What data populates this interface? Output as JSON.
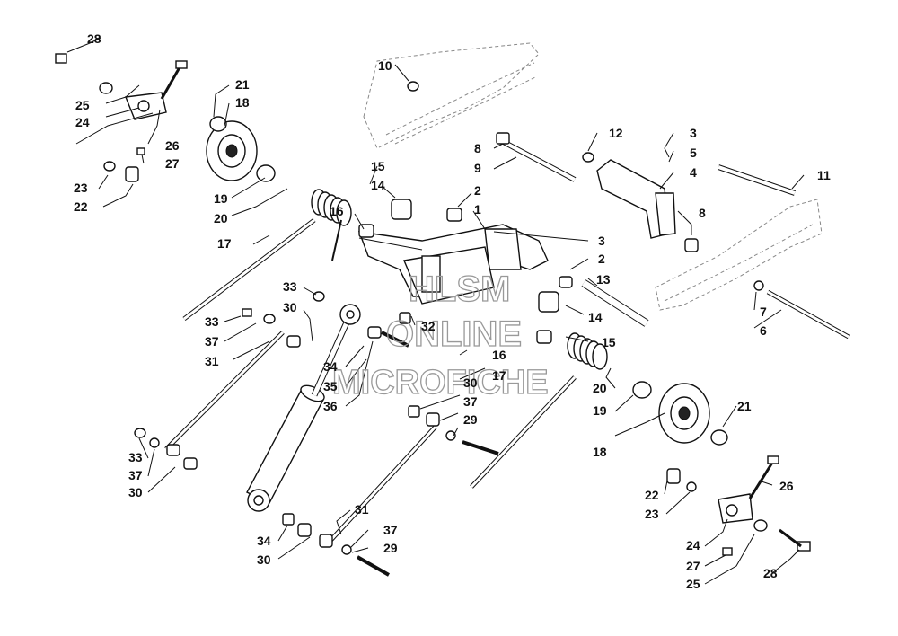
{
  "watermark": {
    "line1": "HLSM",
    "line2": "ONLINE",
    "line3": "MICROFICHE"
  },
  "callouts": [
    {
      "id": "c28a",
      "text": "28"
    },
    {
      "id": "c25a",
      "text": "25"
    },
    {
      "id": "c24a",
      "text": "24"
    },
    {
      "id": "c26a",
      "text": "26"
    },
    {
      "id": "c27a",
      "text": "27"
    },
    {
      "id": "c23a",
      "text": "23"
    },
    {
      "id": "c22a",
      "text": "22"
    },
    {
      "id": "c21a",
      "text": "21"
    },
    {
      "id": "c18a",
      "text": "18"
    },
    {
      "id": "c19a",
      "text": "19"
    },
    {
      "id": "c20a",
      "text": "20"
    },
    {
      "id": "c17a",
      "text": "17"
    },
    {
      "id": "c16a",
      "text": "16"
    },
    {
      "id": "c15a",
      "text": "15"
    },
    {
      "id": "c14a",
      "text": "14"
    },
    {
      "id": "c10",
      "text": "10"
    },
    {
      "id": "c8a",
      "text": "8"
    },
    {
      "id": "c9",
      "text": "9"
    },
    {
      "id": "c2a",
      "text": "2"
    },
    {
      "id": "c1",
      "text": "1"
    },
    {
      "id": "c12",
      "text": "12"
    },
    {
      "id": "c3a",
      "text": "3"
    },
    {
      "id": "c5",
      "text": "5"
    },
    {
      "id": "c4",
      "text": "4"
    },
    {
      "id": "c8b",
      "text": "8"
    },
    {
      "id": "c11",
      "text": "11"
    },
    {
      "id": "c3b",
      "text": "3"
    },
    {
      "id": "c2b",
      "text": "2"
    },
    {
      "id": "c13",
      "text": "13"
    },
    {
      "id": "c14b",
      "text": "14"
    },
    {
      "id": "c15b",
      "text": "15"
    },
    {
      "id": "c7",
      "text": "7"
    },
    {
      "id": "c6",
      "text": "6"
    },
    {
      "id": "c33a",
      "text": "33"
    },
    {
      "id": "c30a",
      "text": "30"
    },
    {
      "id": "c33b",
      "text": "33"
    },
    {
      "id": "c37a",
      "text": "37"
    },
    {
      "id": "c31a",
      "text": "31"
    },
    {
      "id": "c32",
      "text": "32"
    },
    {
      "id": "c34a",
      "text": "34"
    },
    {
      "id": "c35",
      "text": "35"
    },
    {
      "id": "c36",
      "text": "36"
    },
    {
      "id": "c16b",
      "text": "16"
    },
    {
      "id": "c17b",
      "text": "17"
    },
    {
      "id": "c30b",
      "text": "30"
    },
    {
      "id": "c37b",
      "text": "37"
    },
    {
      "id": "c29a",
      "text": "29"
    },
    {
      "id": "c20b",
      "text": "20"
    },
    {
      "id": "c19b",
      "text": "19"
    },
    {
      "id": "c18b",
      "text": "18"
    },
    {
      "id": "c21b",
      "text": "21"
    },
    {
      "id": "c33c",
      "text": "33"
    },
    {
      "id": "c37c",
      "text": "37"
    },
    {
      "id": "c30c",
      "text": "30"
    },
    {
      "id": "c22b",
      "text": "22"
    },
    {
      "id": "c23b",
      "text": "23"
    },
    {
      "id": "c26b",
      "text": "26"
    },
    {
      "id": "c34b",
      "text": "34"
    },
    {
      "id": "c30d",
      "text": "30"
    },
    {
      "id": "c31b",
      "text": "31"
    },
    {
      "id": "c37d",
      "text": "37"
    },
    {
      "id": "c29b",
      "text": "29"
    },
    {
      "id": "c24b",
      "text": "24"
    },
    {
      "id": "c27b",
      "text": "27"
    },
    {
      "id": "c25b",
      "text": "25"
    },
    {
      "id": "c28b",
      "text": "28"
    }
  ]
}
